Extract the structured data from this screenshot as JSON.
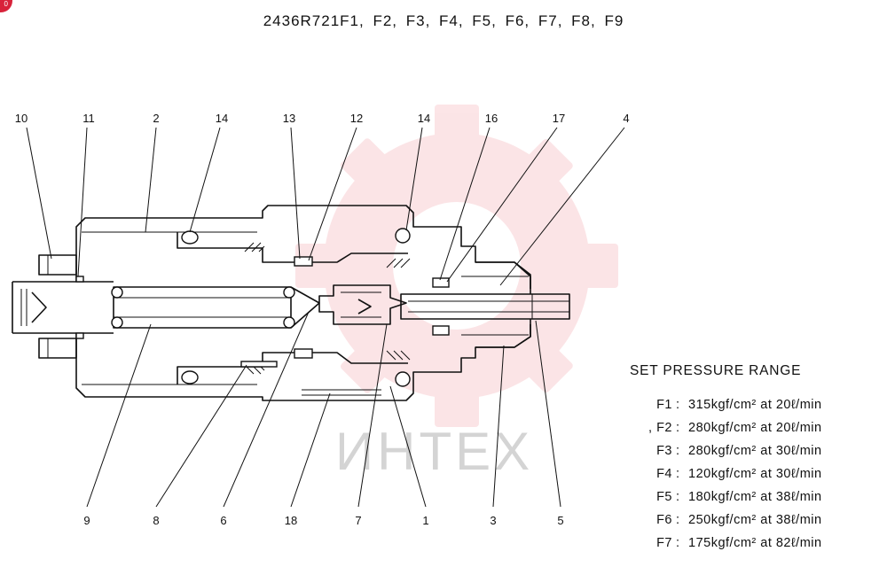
{
  "title": "2436R721F1, F2, F3, F4, F5, F6, F7, F8, F9",
  "badge": "0",
  "watermark": "ИНТЕХ",
  "diagram": {
    "callouts": [
      {
        "id": "10",
        "label": "10"
      },
      {
        "id": "11",
        "label": "11"
      },
      {
        "id": "2",
        "label": "2"
      },
      {
        "id": "14a",
        "label": "14"
      },
      {
        "id": "13",
        "label": "13"
      },
      {
        "id": "12",
        "label": "12"
      },
      {
        "id": "14b",
        "label": "14"
      },
      {
        "id": "16",
        "label": "16"
      },
      {
        "id": "17",
        "label": "17"
      },
      {
        "id": "4",
        "label": "4"
      },
      {
        "id": "9",
        "label": "9"
      },
      {
        "id": "8",
        "label": "8"
      },
      {
        "id": "6",
        "label": "6"
      },
      {
        "id": "18",
        "label": "18"
      },
      {
        "id": "7",
        "label": "7"
      },
      {
        "id": "1",
        "label": "1"
      },
      {
        "id": "3",
        "label": "3"
      },
      {
        "id": "5",
        "label": "5"
      }
    ]
  },
  "set_pressure": {
    "title": "SET PRESSURE RANGE",
    "rows": [
      {
        "label": "F1",
        "sep": ":",
        "value": "315kgf/cm² at 20ℓ/min"
      },
      {
        "label": ", F2",
        "sep": ":",
        "value": "280kgf/cm² at 20ℓ/min"
      },
      {
        "label": "F3",
        "sep": ":",
        "value": "280kgf/cm² at 30ℓ/min"
      },
      {
        "label": "F4",
        "sep": ":",
        "value": "120kgf/cm² at 30ℓ/min"
      },
      {
        "label": "F5",
        "sep": ":",
        "value": "180kgf/cm² at 38ℓ/min"
      },
      {
        "label": "F6",
        "sep": ":",
        "value": "250kgf/cm² at 38ℓ/min"
      },
      {
        "label": "F7",
        "sep": ":",
        "value": "175kgf/cm² at 82ℓ/min"
      }
    ]
  }
}
